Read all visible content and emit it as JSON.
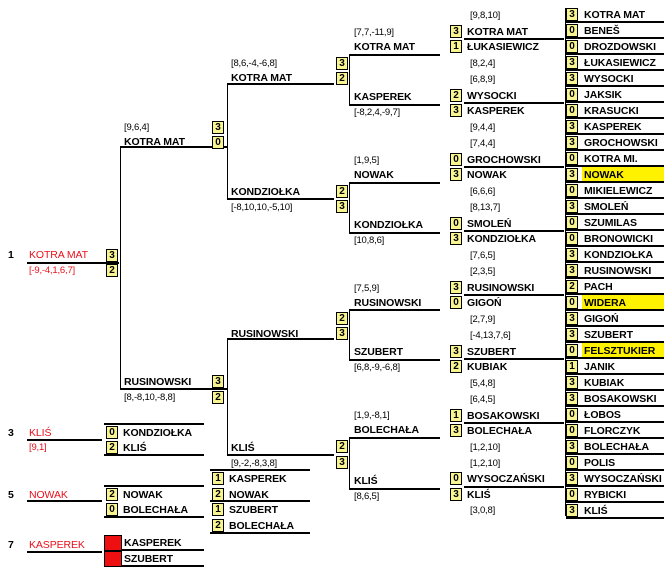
{
  "seeds": {
    "p1": "1",
    "p3": "3",
    "p5": "5",
    "p7": "7"
  },
  "final": {
    "winner_label": "KOTRA MAT",
    "winner_score": "[-9,-4,1,6,7]",
    "s1": "3",
    "s2": "2"
  },
  "third": {
    "label": "KLIŚ",
    "score": "[9,1]",
    "a": "KONDZIOŁKA",
    "b": "KLIŚ",
    "sa": "0",
    "sb": "2"
  },
  "fifth": {
    "label": "NOWAK",
    "a": "NOWAK",
    "b": "BOLECHAŁA",
    "sa": "2",
    "sb": "0",
    "c": "KASPEREK",
    "d": "NOWAK",
    "e": "SZUBERT",
    "f": "BOLECHAŁA",
    "sc": "1",
    "sd": "2",
    "se": "1",
    "sf": "2"
  },
  "seventh": {
    "label": "KASPEREK",
    "a": "KASPEREK",
    "b": "SZUBERT"
  },
  "semis": {
    "top_winner": "KOTRA MAT",
    "top_score": "[9,6,4]",
    "top_s1": "3",
    "top_s2": "0",
    "bot_winner": "RUSINOWSKI",
    "bot_score": "[8,-8,10,-8,8]",
    "bot_s1": "3",
    "bot_s2": "2"
  },
  "quarters": {
    "q1": "KOTRA MAT",
    "q1_score": "[8,6,-4,-6,8]",
    "q1_s1": "3",
    "q1_s2": "2",
    "q2": "KONDZIOŁKA",
    "q2_score": "[-8,10,10,-5,10]",
    "q2_s1": "2",
    "q2_s2": "3",
    "q3": "RUSINOWSKI",
    "q3_s1": "2",
    "q3_s2": "3",
    "q4": "KLIŚ",
    "q4_score": "[9,-2,-8,3,8]",
    "q4_s1": "2",
    "q4_s2": "3"
  },
  "r16": [
    {
      "name": "KOTRA MAT",
      "score": "[7,7,-11,9]"
    },
    {
      "name": "KASPEREK",
      "score": "[-8,2,4,-9,7]"
    },
    {
      "name": "NOWAK",
      "score": "[1,9,5]"
    },
    {
      "name": "KONDZIOŁKA",
      "score": "[10,8,6]"
    },
    {
      "name": "RUSINOWSKI",
      "score": "[7,5,9]"
    },
    {
      "name": "SZUBERT",
      "score": "[6,8,-9,-6,8]"
    },
    {
      "name": "BOLECHAŁA",
      "score": "[1,9,-8,1]"
    },
    {
      "name": "KLIŚ",
      "score": "[8,6,5]"
    }
  ],
  "r32": [
    {
      "a": "KOTRA MAT",
      "b": "ŁUKASIEWICZ",
      "sa": "3",
      "sb": "1",
      "score": "[9,8,10]"
    },
    {
      "a": "WYSOCKI",
      "b": "KASPEREK",
      "sa": "2",
      "sb": "3",
      "score": "[8,2,4]",
      "score2": "[6,8,9]"
    },
    {
      "a": "GROCHOWSKI",
      "b": "NOWAK",
      "sa": "0",
      "sb": "3",
      "score": "[9,4,4]",
      "score2": "[7,4,4]"
    },
    {
      "a": "SMOLEŃ",
      "b": "KONDZIOŁKA",
      "sa": "0",
      "sb": "3",
      "score": "[6,6,6]",
      "score2": "[8,13,7]"
    },
    {
      "a": "RUSINOWSKI",
      "b": "GIGOŃ",
      "sa": "3",
      "sb": "0",
      "score": "[7,6,5]",
      "score2": "[2,3,5]"
    },
    {
      "a": "SZUBERT",
      "b": "KUBIAK",
      "sa": "3",
      "sb": "2",
      "score": "[2,7,9]",
      "score2": "[-4,13,7,6]"
    },
    {
      "a": "BOSAKOWSKI",
      "b": "BOLECHAŁA",
      "sa": "1",
      "sb": "3",
      "score": "[5,4,8]",
      "score2": "[6,4,5]"
    },
    {
      "a": "WYSOCZAŃSKI",
      "b": "KLIŚ",
      "sa": "0",
      "sb": "3",
      "score": "[1,2,10]",
      "score2": "[1,2,10]"
    }
  ],
  "r32_extra_score": "[3,0,8]",
  "r64": [
    {
      "s": "3",
      "n": "KOTRA MAT"
    },
    {
      "s": "0",
      "n": "BENEŠ"
    },
    {
      "s": "0",
      "n": "DROZDOWSKI"
    },
    {
      "s": "3",
      "n": "ŁUKASIEWICZ"
    },
    {
      "s": "3",
      "n": "WYSOCKI"
    },
    {
      "s": "0",
      "n": "JAKSIK"
    },
    {
      "s": "0",
      "n": "KRASUCKI"
    },
    {
      "s": "3",
      "n": "KASPEREK"
    },
    {
      "s": "3",
      "n": "GROCHOWSKI"
    },
    {
      "s": "0",
      "n": "KOTRA MI."
    },
    {
      "s": "3",
      "n": "NOWAK"
    },
    {
      "s": "0",
      "n": "MIKIELEWICZ"
    },
    {
      "s": "3",
      "n": "SMOLEŃ"
    },
    {
      "s": "0",
      "n": "SZUMILAS"
    },
    {
      "s": "0",
      "n": "BRONOWICKI"
    },
    {
      "s": "3",
      "n": "KONDZIOŁKA"
    },
    {
      "s": "3",
      "n": "RUSINOWSKI"
    },
    {
      "s": "2",
      "n": "PACH"
    },
    {
      "s": "0",
      "n": "WIDERA"
    },
    {
      "s": "3",
      "n": "GIGOŃ"
    },
    {
      "s": "3",
      "n": "SZUBERT"
    },
    {
      "s": "0",
      "n": "FELSZTUKIER"
    },
    {
      "s": "1",
      "n": "JANIK"
    },
    {
      "s": "3",
      "n": "KUBIAK"
    },
    {
      "s": "3",
      "n": "BOSAKOWSKI"
    },
    {
      "s": "0",
      "n": "ŁOBOS"
    },
    {
      "s": "0",
      "n": "FLORCZYK"
    },
    {
      "s": "3",
      "n": "BOLECHAŁA"
    },
    {
      "s": "0",
      "n": "POLIS"
    },
    {
      "s": "3",
      "n": "WYSOCZAŃSKI"
    },
    {
      "s": "0",
      "n": "RYBICKI"
    },
    {
      "s": "3",
      "n": "KLIŚ"
    }
  ],
  "colors": {
    "score_box": "#f8f490",
    "highlight": "#fff200",
    "label_red": "#e8101a",
    "seventh_box": "#ee1010"
  }
}
